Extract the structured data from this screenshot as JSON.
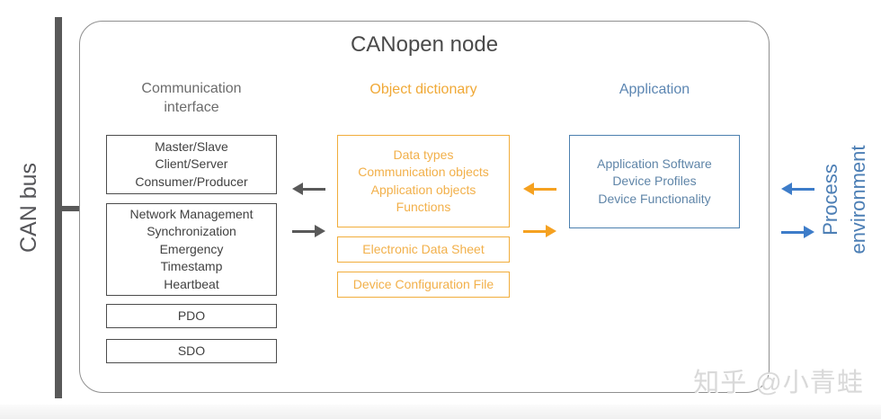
{
  "title": "CANopen node",
  "can_bus_label": "CAN bus",
  "headers": {
    "communication_interface": [
      "Communication",
      "interface"
    ],
    "object_dictionary": "Object dictionary",
    "application": "Application"
  },
  "communication_boxes": {
    "services": [
      "Master/Slave",
      "Client/Server",
      "Consumer/Producer"
    ],
    "network": [
      "Network Management",
      "Synchronization",
      "Emergency",
      "Timestamp",
      "Heartbeat"
    ],
    "pdo": "PDO",
    "sdo": "SDO"
  },
  "object_dictionary_boxes": {
    "contents": [
      "Data types",
      "Communication objects",
      "Application objects",
      "Functions"
    ],
    "eds": "Electronic Data Sheet",
    "dcf": "Device Configuration File"
  },
  "application_boxes": {
    "software": [
      "Application Software",
      "Device Profiles",
      "Device Functionality"
    ]
  },
  "process_environment": [
    "Process",
    "environment"
  ],
  "watermark": "知乎 @小青蛙",
  "colors": {
    "dark_gray": "#595959",
    "box_border_dark": "#4C4C4C",
    "box_text_dark": "#414141",
    "header_gray": "#6C6C6C",
    "orange_border": "#F1AD3B",
    "orange_text": "#F2B04A",
    "orange_header": "#F0A937",
    "orange_arrow": "#F5A120",
    "blue_border": "#4C80AF",
    "blue_text": "#5F85A8",
    "blue_header": "#5C86B2",
    "blue_arrow": "#3D7CC9",
    "container_border": "#8F8F8F",
    "watermark_gray": "#D9D9D9"
  }
}
